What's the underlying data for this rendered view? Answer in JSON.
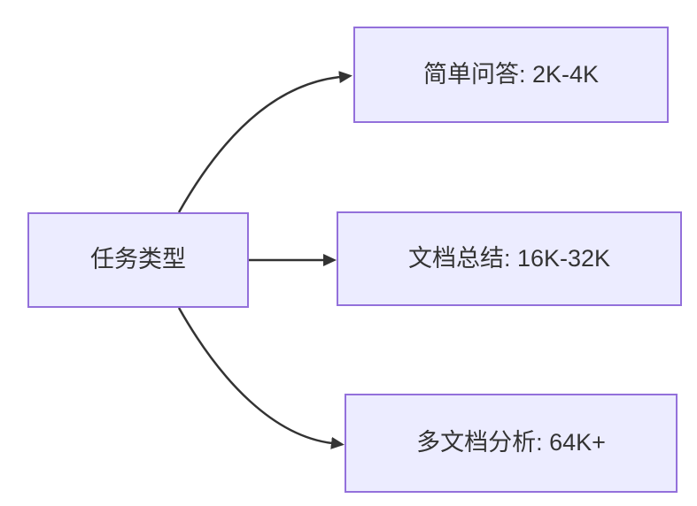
{
  "diagram": {
    "type": "flowchart-left-to-right",
    "root": {
      "label": "任务类型"
    },
    "children": [
      {
        "label": "简单问答: 2K-4K"
      },
      {
        "label": "文档总结: 16K-32K"
      },
      {
        "label": "多文档分析: 64K+"
      }
    ],
    "edges": [
      {
        "from": "任务类型",
        "to": "简单问答: 2K-4K"
      },
      {
        "from": "任务类型",
        "to": "文档总结: 16K-32K"
      },
      {
        "from": "任务类型",
        "to": "多文档分析: 64K+"
      }
    ]
  },
  "colors": {
    "node_fill": "#ECECFF",
    "node_border": "#9370DB",
    "arrow": "#333333",
    "text": "#333333"
  }
}
